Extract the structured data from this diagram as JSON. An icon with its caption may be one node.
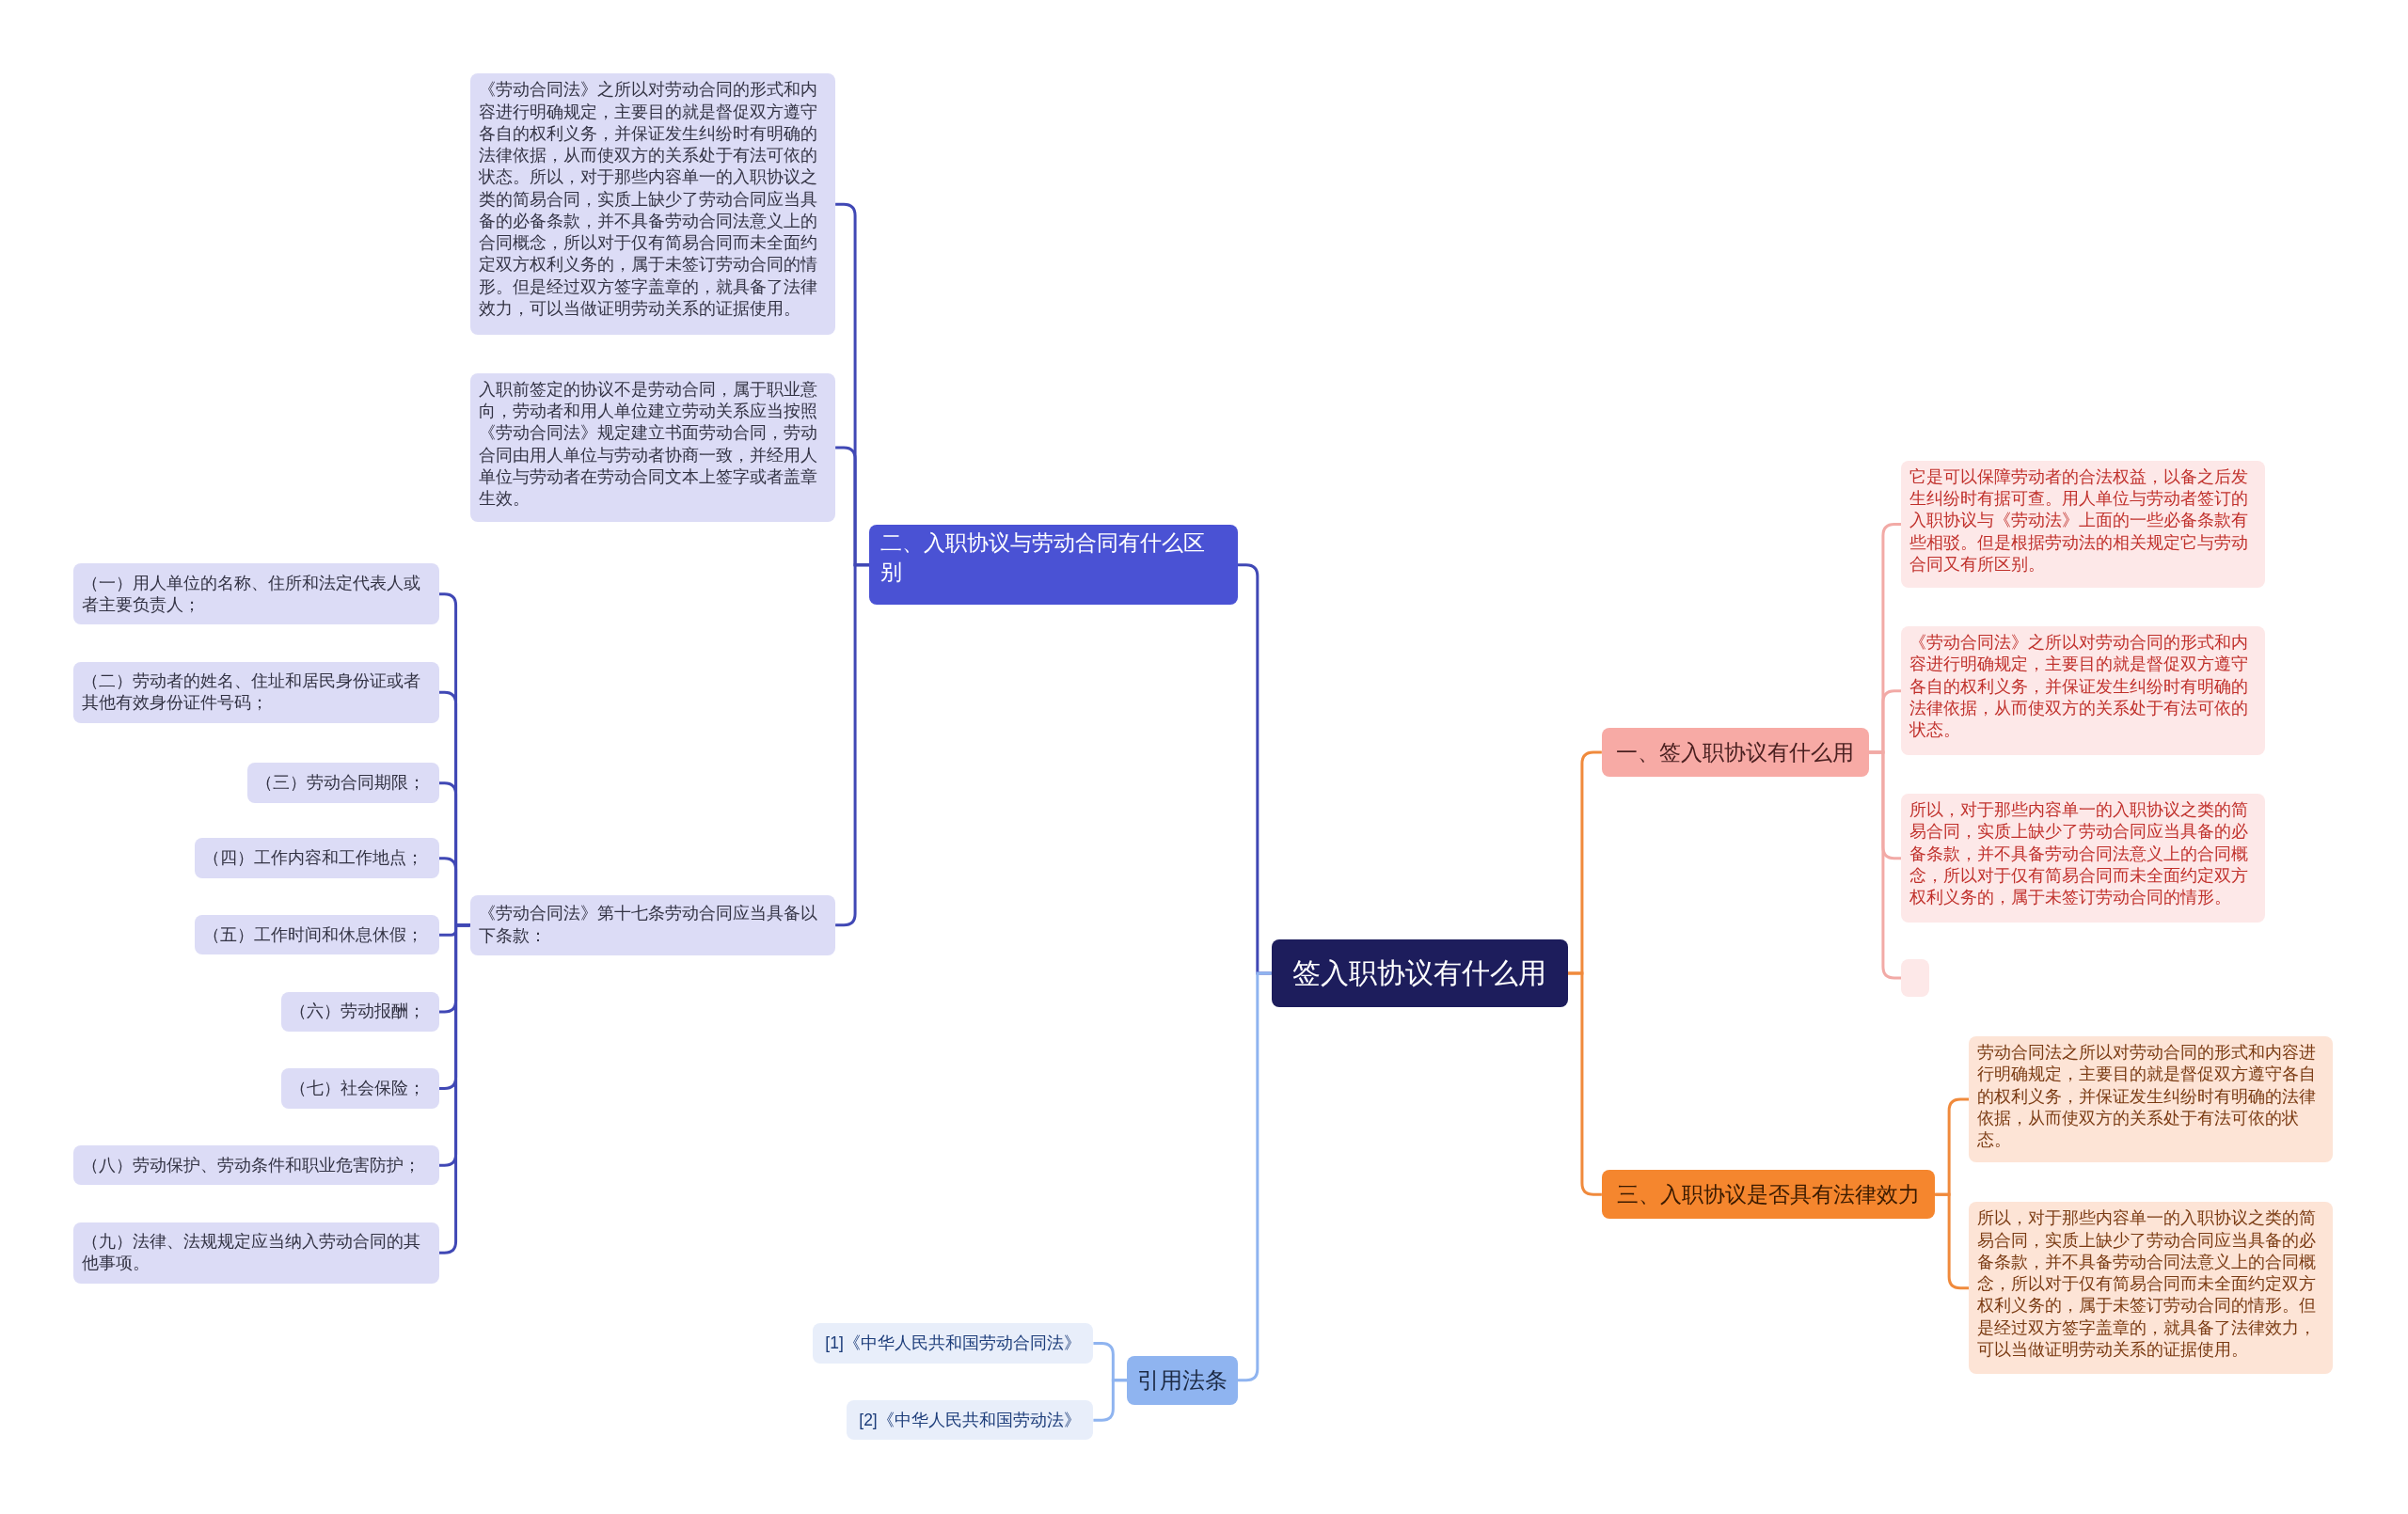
{
  "diagram": {
    "nodes": [
      {
        "text": [
          "签入职协议有什么用"
        ]
      },
      {
        "text": [
          "一、签入职协议有什么用"
        ]
      },
      {
        "text": [
          "它是可以保障劳动者的合法权益，以备之后发生纠纷时有据可查。用人单位与劳动者签订的入职协议与《劳动法》上面的一些必备条款有些相驳。但是根据劳动法的相关规定它与劳动合同又有所区别。"
        ]
      },
      {
        "text": [
          "《劳动合同法》之所以对劳动合同的形式和内容进行明确规定，主要目的就是督促双方遵守各自的权利义务，并保证发生纠纷时有明确的法律依据，从而使双方的关系处于有法可依的状态。"
        ]
      },
      {
        "text": [
          "所以，对于那些内容单一的入职协议之类的简易合同，实质上缺少了劳动合同应当具备的必备条款，并不具备劳动合同法意义上的合同概念，所以对于仅有简易合同而未全面约定双方权利义务的，属于未签订劳动合同的情形。"
        ]
      },
      {
        "text": [],
        "shape": "box"
      },
      {
        "text": [
          "三、入职协议是否具有法律效力"
        ]
      },
      {
        "text": [
          "劳动合同法之所以对劳动合同的形式和内容进行明确规定，主要目的就是督促双方遵守各自的权利义务，并保证发生纠纷时有明确的法律依据，从而使双方的关系处于有法可依的状态。"
        ]
      },
      {
        "text": [
          "所以，对于那些内容单一的入职协议之类的简易合同，实质上缺少了劳动合同应当具备的必备条款，并不具备劳动合同法意义上的合同概念，所以对于仅有简易合同而未全面约定双方权利义务的，属于未签订劳动合同的情形。但是经过双方签字盖章的，就具备了法律效力，可以当做证明劳动关系的证据使用。"
        ]
      },
      {
        "text": [
          "二、入职协议与劳动合同有什么区别"
        ]
      },
      {
        "text": [
          "《劳动合同法》之所以对劳动合同的形式和内容进行明确规定，主要目的就是督促双方遵守各自的权利义务，并保证发生纠纷时有明确的法律依据，从而使双方的关系处于有法可依的状态。所以，对于那些内容单一的入职协议之类的简易合同，实质上缺少了劳动合同应当具备的必备条款，并不具备劳动合同法意义上的合同概念，所以对于仅有简易合同而未全面约定双方权利义务的，属于未签订劳动合同的情形。但是经过双方签字盖章的，就具备了法律效力，可以当做证明劳动关系的证据使用。"
        ]
      },
      {
        "text": [
          "入职前签定的协议不是劳动合同，属于职业意向，劳动者和用人单位建立劳动关系应当按照《劳动合同法》规定建立书面劳动合同，劳动合同由用人单位与劳动者协商一致，并经用人单位与劳动者在劳动合同文本上签字或者盖章生效。"
        ]
      },
      {
        "text": [
          "《劳动合同法》第十七条劳动合同应当具备以下条款："
        ]
      },
      {
        "text": [
          "（一）用人单位的名称、住所和法定代表人或者主要负责人；"
        ]
      },
      {
        "text": [
          "（二）劳动者的姓名、住址和居民身份证或者其他有效身份证件号码；"
        ]
      },
      {
        "text": [
          "（三）劳动合同期限；"
        ]
      },
      {
        "text": [
          "（四）工作内容和工作地点；"
        ]
      },
      {
        "text": [
          "（五）工作时间和休息休假；"
        ]
      },
      {
        "text": [
          "（六）劳动报酬；"
        ]
      },
      {
        "text": [
          "（七）社会保险；"
        ]
      },
      {
        "text": [
          "（八）劳动保护、劳动条件和职业危害防护；"
        ]
      },
      {
        "text": [
          "（九）法律、法规规定应当纳入劳动合同的其他事项。"
        ]
      },
      {
        "text": [
          "引用法条"
        ]
      },
      {
        "text": [
          "[1]《中华人民共和国劳动合同法》"
        ]
      },
      {
        "text": [
          "[2]《中华人民共和国劳动法》"
        ]
      }
    ],
    "edges": [
      {
        "from": 0,
        "to": 1,
        "arrow": "none",
        "color": "#f08a3c"
      },
      {
        "from": 1,
        "to": 2,
        "arrow": "none",
        "color": "#f2aaa6"
      },
      {
        "from": 1,
        "to": 3,
        "arrow": "none",
        "color": "#f2aaa6"
      },
      {
        "from": 1,
        "to": 4,
        "arrow": "none",
        "color": "#f2aaa6"
      },
      {
        "from": 1,
        "to": 5,
        "arrow": "none",
        "color": "#f2aaa6"
      },
      {
        "from": 0,
        "to": 6,
        "arrow": "none",
        "color": "#f08a3c"
      },
      {
        "from": 6,
        "to": 7,
        "arrow": "none",
        "color": "#f08a3c"
      },
      {
        "from": 6,
        "to": 8,
        "arrow": "none",
        "color": "#f08a3c"
      },
      {
        "from": 0,
        "to": 9,
        "arrow": "none"
      },
      {
        "from": 9,
        "to": 10,
        "arrow": "none"
      },
      {
        "from": 9,
        "to": 11,
        "arrow": "none"
      },
      {
        "from": 9,
        "to": 12,
        "arrow": "none"
      },
      {
        "from": 12,
        "to": 13,
        "arrow": "none"
      },
      {
        "from": 12,
        "to": 14,
        "arrow": "none"
      },
      {
        "from": 12,
        "to": 15,
        "arrow": "none"
      },
      {
        "from": 12,
        "to": 16,
        "arrow": "none"
      },
      {
        "from": 12,
        "to": 17,
        "arrow": "none"
      },
      {
        "from": 12,
        "to": 18,
        "arrow": "none"
      },
      {
        "from": 12,
        "to": 19,
        "arrow": "none"
      },
      {
        "from": 12,
        "to": 20,
        "arrow": "none"
      },
      {
        "from": 12,
        "to": 21,
        "arrow": "none"
      },
      {
        "from": 0,
        "to": 22,
        "arrow": "none",
        "color": "#8fb4f0"
      },
      {
        "from": 22,
        "to": 23,
        "arrow": "none",
        "color": "#8fb4f0"
      },
      {
        "from": 22,
        "to": 24,
        "arrow": "none",
        "color": "#8fb4f0"
      }
    ]
  }
}
